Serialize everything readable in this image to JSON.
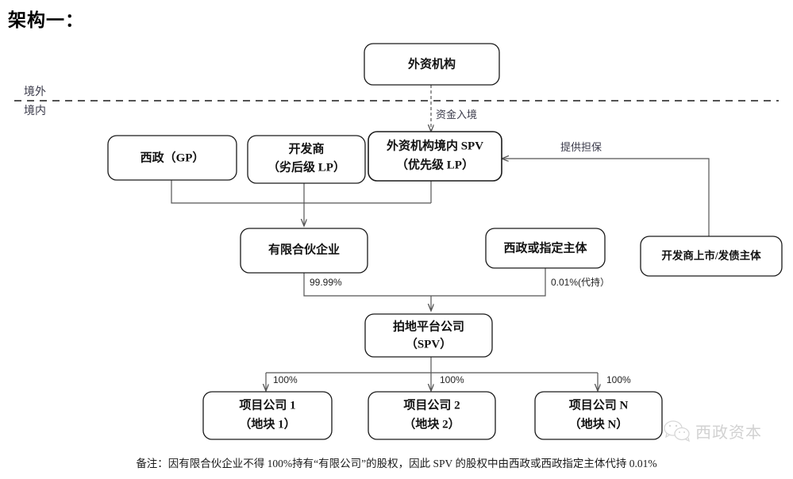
{
  "page": {
    "title": "架构一：",
    "footnote": "备注：因有限合伙企业不得 100%持有“有限公司”的股权，因此 SPV 的股权中由西政或西政指定主体代持 0.01%"
  },
  "watermark": {
    "text": "西政资本",
    "icon": "wechat-icon"
  },
  "regions": {
    "overseas": "境外",
    "domestic": "境内"
  },
  "nodes": {
    "foreign_institution": {
      "line1": "外资机构",
      "line2": ""
    },
    "xizheng_gp": {
      "line1": "西政（GP）",
      "line2": ""
    },
    "developer_lp": {
      "line1": "开发商",
      "line2": "（劣后级 LP）"
    },
    "foreign_spv": {
      "line1": "外资机构境内 SPV",
      "line2": "（优先级 LP）"
    },
    "limited_partnership": {
      "line1": "有限合伙企业",
      "line2": ""
    },
    "xizheng_designated": {
      "line1": "西政或指定主体",
      "line2": ""
    },
    "developer_listed": {
      "line1": "开发商上市/发债主体",
      "line2": ""
    },
    "land_platform": {
      "line1": "拍地平台公司",
      "line2": "（SPV）"
    },
    "project_company_1": {
      "line1": "项目公司 1",
      "line2": "（地块 1）"
    },
    "project_company_2": {
      "line1": "项目公司 2",
      "line2": "（地块 2）"
    },
    "project_company_n": {
      "line1": "项目公司 N",
      "line2": "（地块 N）"
    }
  },
  "edges": {
    "capital_inflow": "资金入境",
    "provide_guarantee": "提供担保",
    "lp_stake": "99.99%",
    "designated_stake": "0.01%(代持）",
    "stake_pc1": "100%",
    "stake_pc2": "100%",
    "stake_pcn": "100%"
  },
  "colors": {
    "box_stroke": "#1a1a1a",
    "edge_stroke": "#555555",
    "text": "#121212",
    "label_text": "#3a3a4a",
    "watermark": "#9a9a9a"
  }
}
